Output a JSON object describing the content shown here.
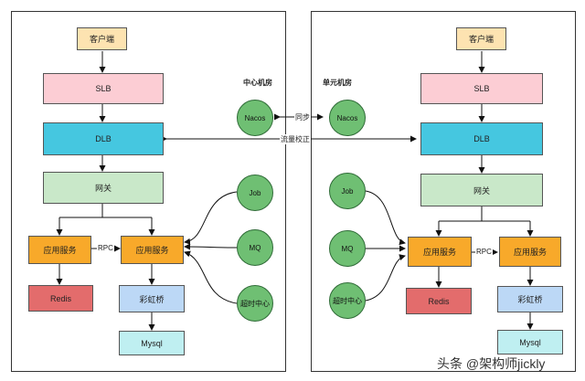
{
  "rooms": {
    "center": "中心机房",
    "unit": "单元机房"
  },
  "boxes": {
    "client": "客户端",
    "slb": "SLB",
    "dlb": "DLB",
    "gateway": "网关",
    "app": "应用服务",
    "redis": "Redis",
    "rainbow": "彩虹桥",
    "mysql": "Mysql"
  },
  "circles": {
    "nacos": "Nacos",
    "job": "Job",
    "mq": "MQ",
    "timeout": "超时中心"
  },
  "edge_labels": {
    "rpc": "RPC",
    "sync": "同步",
    "traffic": "流量校正"
  },
  "watermark": "头条 @架构师jickly",
  "colors": {
    "client": "#fde3b1",
    "slb": "#fccdd4",
    "dlb": "#45c7e0",
    "gateway": "#c9e8c9",
    "app": "#f8a92a",
    "redis": "#e36c6c",
    "rainbow": "#bcd8f6",
    "mysql": "#bfeff1",
    "node": "#6fbf73"
  }
}
